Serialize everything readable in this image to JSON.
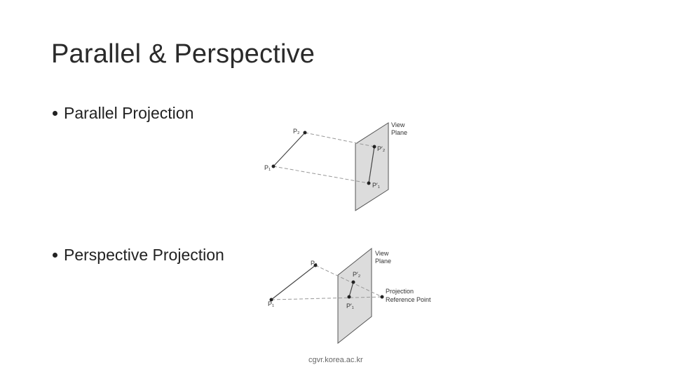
{
  "slide": {
    "title": "Parallel & Perspective",
    "bullets": [
      "Parallel Projection",
      "Perspective Projection"
    ],
    "footer": "cgvr.korea.ac.kr"
  },
  "figure_parallel": {
    "plane_label_line1": "View",
    "plane_label_line2": "Plane",
    "p1": "P₁",
    "p2": "P₂",
    "p1_proj": "P′₁",
    "p2_proj": "P′₂"
  },
  "figure_perspective": {
    "plane_label_line1": "View",
    "plane_label_line2": "Plane",
    "p1": "P₁",
    "p2": "P₂",
    "p1_proj": "P′₁",
    "p2_proj": "P′₂",
    "ref_label_line1": "Projection",
    "ref_label_line2": "Reference Point"
  }
}
